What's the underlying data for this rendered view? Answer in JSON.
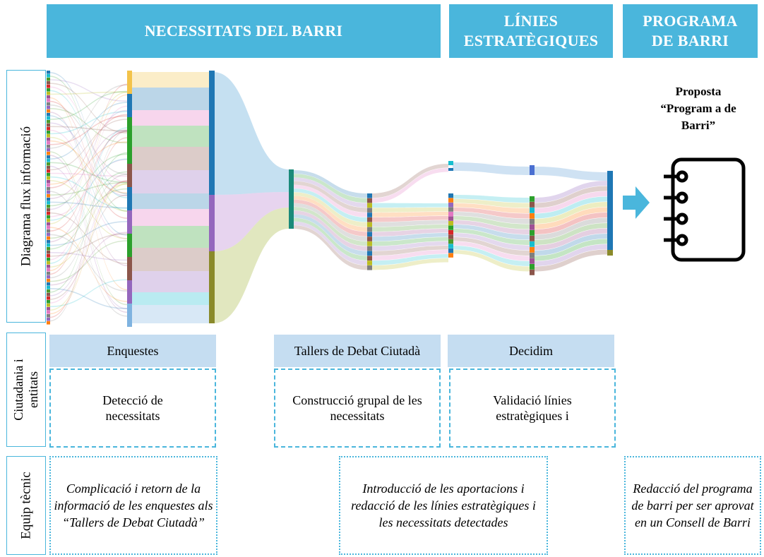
{
  "headers": {
    "needs": "NECESSITATS DEL BARRI",
    "lines": "LÍNIES ESTRATÈGIQUES",
    "program": "PROGRAMA DE BARRI"
  },
  "row_labels": {
    "flow": "Diagrama flux informació",
    "citizens": "Ciutadania i entitats",
    "tech": "Equip tècnic"
  },
  "proposal_title": "Proposta “Program a de Barri”",
  "citizens_row": {
    "phases": [
      "Enquestes",
      "Tallers de Debat Ciutadà",
      "Decidim"
    ],
    "activities": [
      "Detecció de necessitats",
      "Construcció grupal de les necessitats",
      "Validació línies estratègiques i"
    ]
  },
  "tech_row": {
    "tasks": [
      "Complicació i retorn de la informació de les enquestes als “Tallers de Debat Ciutadà”",
      "Introducció de les aportacions i redacció de les línies estratègiques i les necessitats detectades",
      "Redacció del programa de barri per ser aprovat en un Consell de Barri"
    ]
  },
  "colors": {
    "header": "#4ab6dc",
    "phase": "#c5ddf1",
    "border": "#4ab6dc",
    "arrow": "#4ab6dc"
  },
  "icons": [
    "right-arrow-icon",
    "notebook-icon"
  ]
}
